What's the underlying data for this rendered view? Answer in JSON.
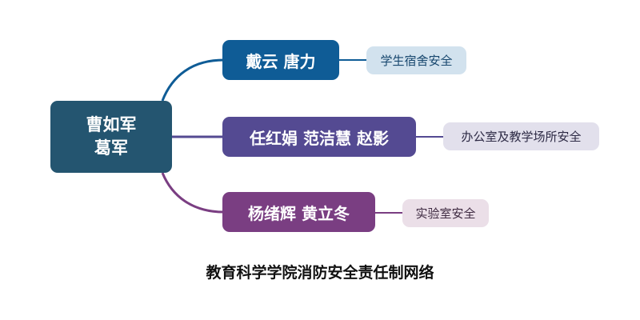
{
  "root": {
    "lines": [
      "曹如军",
      "葛军"
    ]
  },
  "branches": [
    {
      "label": "戴云 唐力",
      "leaf": "学生宿舍安全",
      "color": "#0f5c96"
    },
    {
      "label": "任红娟 范洁慧 赵影",
      "leaf": "办公室及教学场所安全",
      "color": "#544a92"
    },
    {
      "label": "杨绪辉 黄立冬",
      "leaf": "实验室安全",
      "color": "#7a3e82"
    }
  ],
  "title": "教育科学学院消防安全责任制网络"
}
